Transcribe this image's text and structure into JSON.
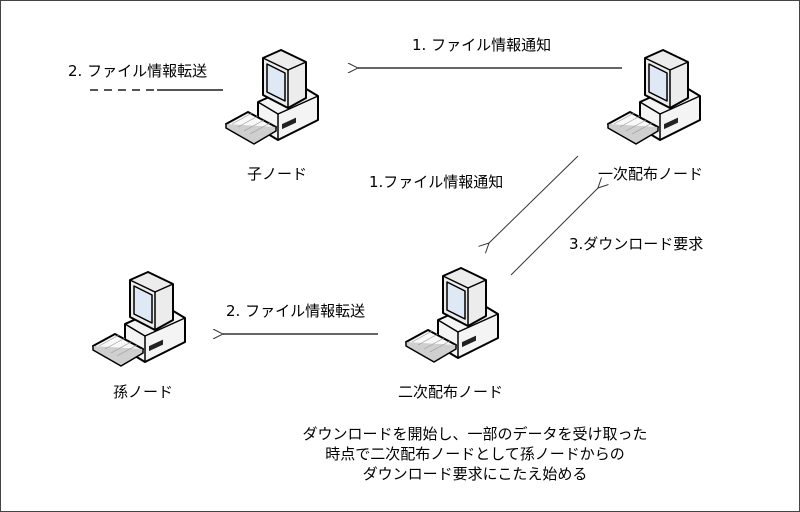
{
  "nodes": {
    "child": {
      "label": "子ノード"
    },
    "primary": {
      "label": "一次配布ノード"
    },
    "secondary": {
      "label": "二次配布ノード"
    },
    "grandchild": {
      "label": "孫ノード"
    }
  },
  "arrows": {
    "primary_to_child": {
      "label": "1. ファイル情報通知"
    },
    "child_forward": {
      "label": "2. ファイル情報転送"
    },
    "primary_to_secondary": {
      "label": "1.ファイル情報通知"
    },
    "secondary_to_primary": {
      "label": "3.ダウンロード要求"
    },
    "secondary_to_grandchild": {
      "label": "2. ファイル情報転送"
    }
  },
  "note": {
    "lines": [
      "ダウンロードを開始し、一部のデータを受け取った",
      "時点で二次配布ノードとして孫ノードからの",
      "ダウンロード要求にこたえ始める"
    ]
  },
  "colors": {
    "line": "#555555",
    "screen": "#dfe8f5",
    "case": "#f2f2f2",
    "outline": "#000000"
  }
}
